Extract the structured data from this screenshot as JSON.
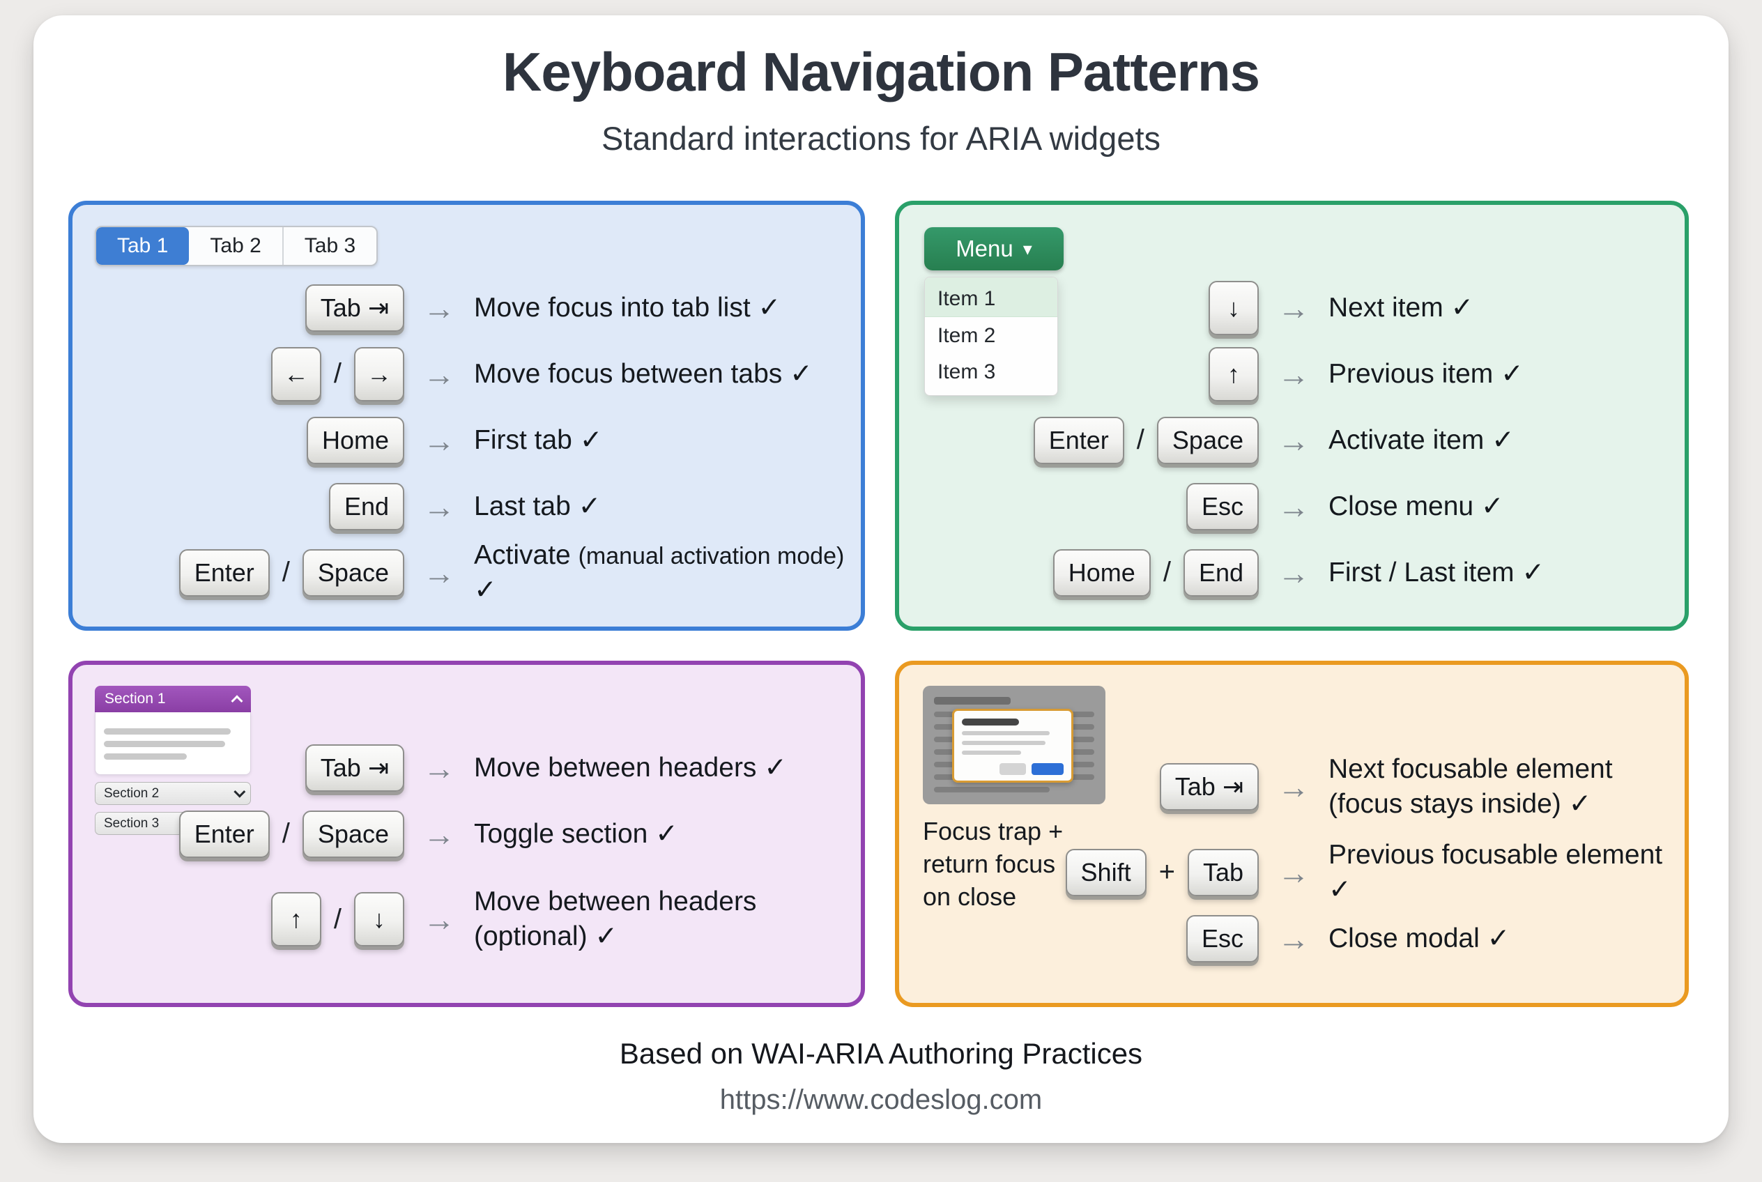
{
  "header": {
    "title": "Keyboard Navigation Patterns",
    "subtitle": "Standard interactions for ARIA widgets"
  },
  "glyphs": {
    "arrow": "→",
    "caret_down": "▾"
  },
  "colors": {
    "tabs_accent": "#3c7ed6",
    "tabs_bg": "#dfe9f8",
    "tab_active": "#3e7ed3",
    "menu_accent": "#2aa069",
    "menu_bg": "#e5f3eb",
    "menu_button": "#2c8f5d",
    "accordion_accent": "#9243b1",
    "accordion_bg": "#f3e6f7",
    "accordion_header": "#9a4cb4",
    "modal_accent": "#ea9a21",
    "modal_bg": "#fcefdc",
    "modal_primary_button": "#2d6fd6"
  },
  "panels": {
    "tabs": {
      "widget": {
        "tab1": "Tab 1",
        "tab2": "Tab 2",
        "tab3": "Tab 3"
      },
      "rows": [
        {
          "keys": [
            "Tab ⇥"
          ],
          "label": "Move focus into tab list ✓"
        },
        {
          "keys": [
            "←",
            "→"
          ],
          "sep": "/",
          "label": "Move focus between tabs ✓"
        },
        {
          "keys": [
            "Home"
          ],
          "label": "First tab ✓"
        },
        {
          "keys": [
            "End"
          ],
          "label": "Last tab ✓"
        },
        {
          "keys": [
            "Enter",
            "Space"
          ],
          "sep": "/",
          "label": "Activate",
          "note": "(manual activation mode)",
          "check": "✓"
        }
      ]
    },
    "menu": {
      "widget": {
        "button": "Menu",
        "items": [
          "Item 1",
          "Item 2",
          "Item 3"
        ]
      },
      "rows": [
        {
          "keys": [
            "↓"
          ],
          "label": "Next item ✓"
        },
        {
          "keys": [
            "↑"
          ],
          "label": "Previous item ✓"
        },
        {
          "keys": [
            "Enter",
            "Space"
          ],
          "sep": "/",
          "label": "Activate item ✓"
        },
        {
          "keys": [
            "Esc"
          ],
          "label": "Close menu ✓"
        },
        {
          "keys": [
            "Home",
            "End"
          ],
          "sep": "/",
          "label": "First / Last item ✓"
        }
      ]
    },
    "accordion": {
      "widget": {
        "section1": "Section 1",
        "section2": "Section 2",
        "section3": "Section 3"
      },
      "rows": [
        {
          "keys": [
            "Tab ⇥"
          ],
          "label": "Move between headers ✓"
        },
        {
          "keys": [
            "Enter",
            "Space"
          ],
          "sep": "/",
          "label": "Toggle section ✓"
        },
        {
          "keys": [
            "↑",
            "↓"
          ],
          "sep": "/",
          "label": "Move between headers",
          "label2": "(optional) ✓"
        }
      ]
    },
    "modal": {
      "widget": {
        "caption": "Focus trap + return focus on close"
      },
      "rows": [
        {
          "keys": [
            "Tab ⇥"
          ],
          "label": "Next focusable element",
          "label2": "(focus stays inside) ✓"
        },
        {
          "keys": [
            "Shift",
            "Tab"
          ],
          "sep": "+",
          "label": "Previous focusable element ✓"
        },
        {
          "keys": [
            "Esc"
          ],
          "label": "Close modal ✓"
        }
      ]
    }
  },
  "footer": {
    "line1": "Based on WAI-ARIA Authoring Practices",
    "line2": "https://www.codeslog.com"
  }
}
